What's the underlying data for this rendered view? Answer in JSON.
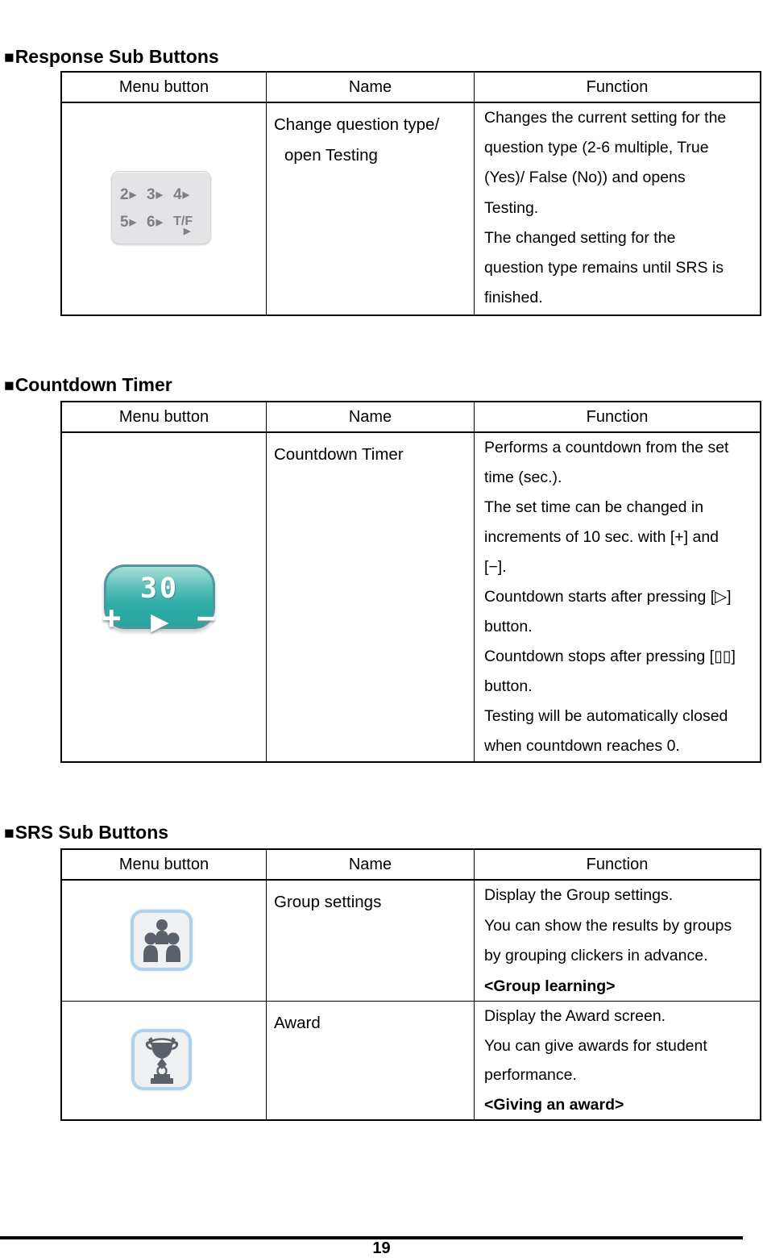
{
  "page_number": "19",
  "section_marker": "■",
  "table_headers": {
    "menu": "Menu button",
    "name": "Name",
    "function": "Function"
  },
  "sections": {
    "response": {
      "title": "Response Sub Buttons",
      "row": {
        "name": [
          "Change question type/",
          "open Testing"
        ],
        "fn": [
          "Changes the current setting for the",
          "question type (2-6 multiple, True",
          "(Yes)/ False (No)) and opens",
          "Testing.",
          "The changed setting for the",
          "question type remains until SRS is",
          "finished."
        ]
      }
    },
    "countdown": {
      "title": "Countdown Timer",
      "row": {
        "name": "Countdown Timer",
        "fn": [
          "Performs a countdown from the set",
          "time (sec.).",
          "The set time can be changed in",
          "increments of 10 sec. with [+] and",
          "[−].",
          "Countdown starts after pressing [▷]",
          "button.",
          "Countdown stops after pressing [▯▯]",
          "button.",
          "Testing will be automatically closed",
          "when countdown reaches 0."
        ]
      }
    },
    "srs": {
      "title": "SRS Sub Buttons",
      "row1": {
        "name": "Group settings",
        "fn": [
          "Display the Group settings.",
          "You can show the results by groups",
          "by grouping clickers in advance.",
          "<Group learning>"
        ],
        "bold_line_index": 3
      },
      "row2": {
        "name": "Award",
        "fn": [
          "Display the Award screen.",
          "You can give awards for student",
          "performance.",
          "<Giving an award>"
        ],
        "bold_line_index": 3
      }
    }
  },
  "icons": {
    "question_panel": {
      "b2": "2",
      "b3": "3",
      "b4": "4",
      "b5": "5",
      "b6": "6",
      "tf": "T/F",
      "arrow": "▶"
    },
    "timer": {
      "value": "30",
      "plus": "+",
      "play": "▶",
      "minus": "−"
    },
    "group_icon": "group-people-icon",
    "award_icon": "trophy-icon"
  }
}
